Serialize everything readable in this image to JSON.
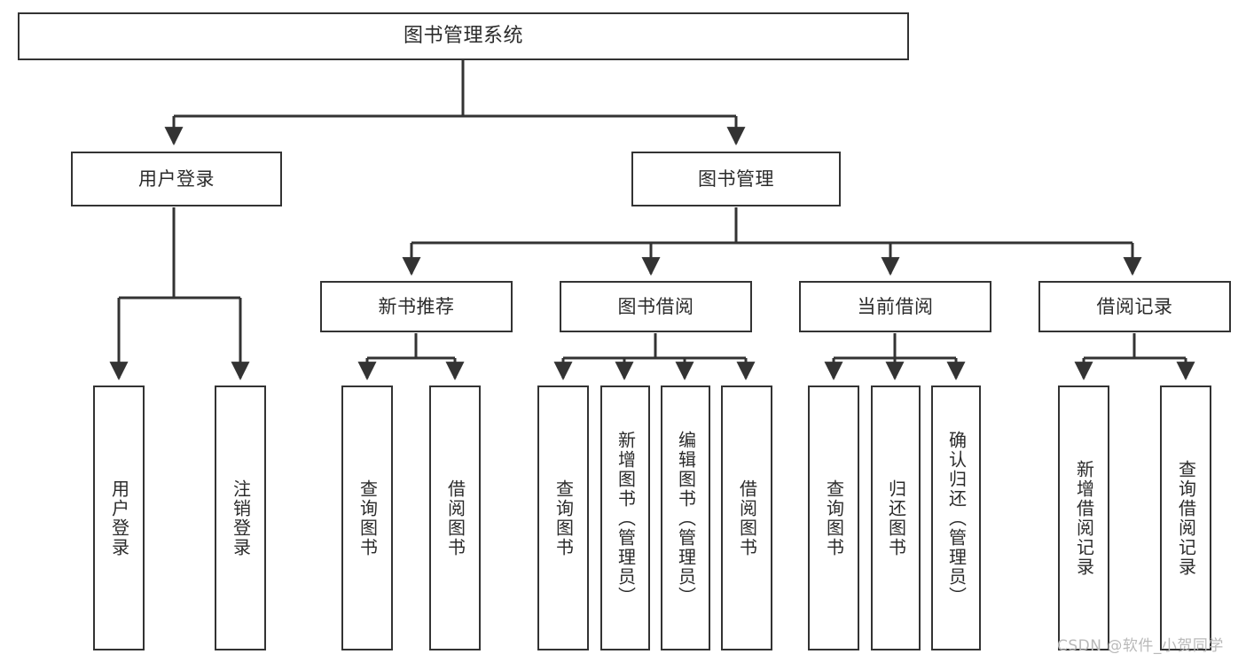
{
  "diagram": {
    "type": "tree",
    "title": "图书管理系统",
    "orientation": "top-down",
    "watermark": "CSDN @软件_小贺同学",
    "colors": {
      "box_border": "#333333",
      "box_fill": "#ffffff",
      "connector": "#333333",
      "text": "#2b2b2b",
      "watermark": "#b9b9b9",
      "background": "#ffffff"
    },
    "nodes": {
      "root": {
        "label": "图书管理系统",
        "level": 1
      },
      "user_login": {
        "label": "用户登录",
        "level": 2
      },
      "book_manage": {
        "label": "图书管理",
        "level": 2
      },
      "new_book_rec": {
        "label": "新书推荐",
        "level": 3
      },
      "book_borrow": {
        "label": "图书借阅",
        "level": 3
      },
      "current_borrow": {
        "label": "当前借阅",
        "level": 3
      },
      "borrow_record": {
        "label": "借阅记录",
        "level": 3
      },
      "leaf_user_login": {
        "label": "用户登录",
        "level": 4
      },
      "leaf_logout": {
        "label": "注销登录",
        "level": 4
      },
      "leaf_query_book_1": {
        "label": "查询图书",
        "level": 4
      },
      "leaf_borrow_book_1": {
        "label": "借阅图书",
        "level": 4
      },
      "leaf_query_book_2": {
        "label": "查询图书",
        "level": 4
      },
      "leaf_add_book": {
        "label": "新增图书（管理员）",
        "level": 4
      },
      "leaf_edit_book": {
        "label": "编辑图书（管理员）",
        "level": 4
      },
      "leaf_borrow_book_2": {
        "label": "借阅图书",
        "level": 4
      },
      "leaf_query_book_3": {
        "label": "查询图书",
        "level": 4
      },
      "leaf_return_book": {
        "label": "归还图书",
        "level": 4
      },
      "leaf_confirm_return": {
        "label": "确认归还（管理员）",
        "level": 4
      },
      "leaf_add_record": {
        "label": "新增借阅记录",
        "level": 4
      },
      "leaf_query_record": {
        "label": "查询借阅记录",
        "level": 4
      }
    },
    "edges": [
      {
        "from": "root",
        "to": "user_login"
      },
      {
        "from": "root",
        "to": "book_manage"
      },
      {
        "from": "book_manage",
        "to": "new_book_rec"
      },
      {
        "from": "book_manage",
        "to": "book_borrow"
      },
      {
        "from": "book_manage",
        "to": "current_borrow"
      },
      {
        "from": "book_manage",
        "to": "borrow_record"
      },
      {
        "from": "user_login",
        "to": "leaf_user_login"
      },
      {
        "from": "user_login",
        "to": "leaf_logout"
      },
      {
        "from": "new_book_rec",
        "to": "leaf_query_book_1"
      },
      {
        "from": "new_book_rec",
        "to": "leaf_borrow_book_1"
      },
      {
        "from": "book_borrow",
        "to": "leaf_query_book_2"
      },
      {
        "from": "book_borrow",
        "to": "leaf_add_book"
      },
      {
        "from": "book_borrow",
        "to": "leaf_edit_book"
      },
      {
        "from": "book_borrow",
        "to": "leaf_borrow_book_2"
      },
      {
        "from": "current_borrow",
        "to": "leaf_query_book_3"
      },
      {
        "from": "current_borrow",
        "to": "leaf_return_book"
      },
      {
        "from": "current_borrow",
        "to": "leaf_confirm_return"
      },
      {
        "from": "borrow_record",
        "to": "leaf_add_record"
      },
      {
        "from": "borrow_record",
        "to": "leaf_query_record"
      }
    ]
  }
}
